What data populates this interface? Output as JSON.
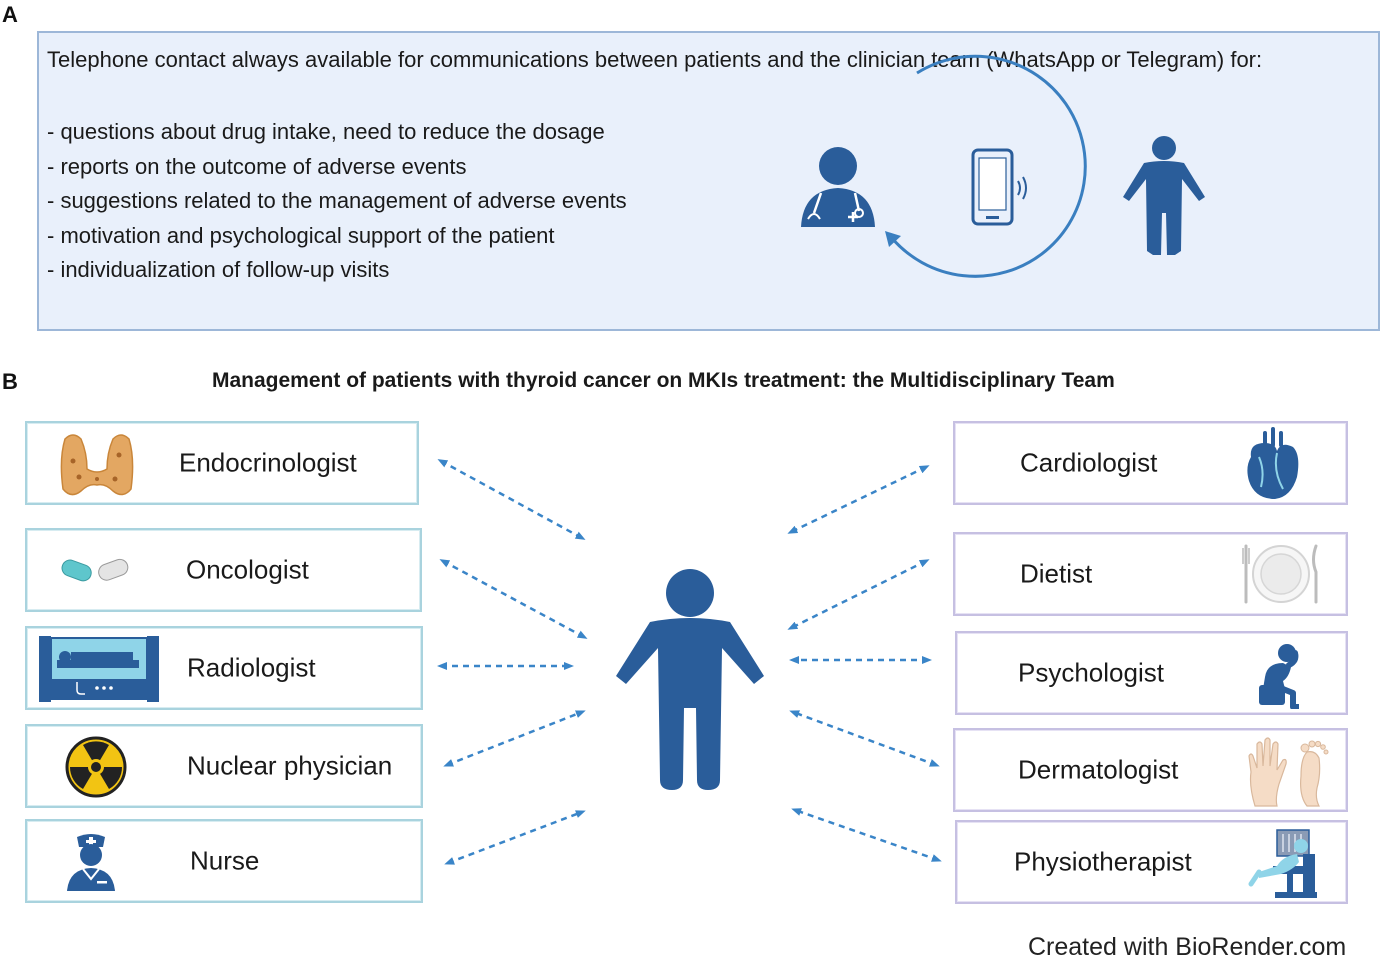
{
  "panel_a": {
    "label": "A",
    "intro": "Telephone contact always available for communications between patients and the clinician team (WhatsApp or Telegram) for:",
    "bullets": [
      "- questions about drug intake, need to reduce the dosage",
      "- reports on the outcome of  adverse events",
      "- suggestions related to the management of adverse events",
      "- motivation and psychological support of the patient",
      "- individualization of follow-up visits"
    ],
    "icons": [
      "doctor-icon",
      "smartphone-icon",
      "patient-icon"
    ]
  },
  "panel_b": {
    "label": "B",
    "title": "Management of patients with thyroid cancer on MKIs treatment:  the Multidisciplinary Team",
    "left_specialists": [
      {
        "label": "Endocrinologist",
        "icon": "thyroid-icon"
      },
      {
        "label": "Oncologist",
        "icon": "pills-icon"
      },
      {
        "label": "Radiologist",
        "icon": "scanner-icon"
      },
      {
        "label": "Nuclear physician",
        "icon": "radiation-icon"
      },
      {
        "label": "Nurse",
        "icon": "nurse-icon"
      }
    ],
    "right_specialists": [
      {
        "label": "Cardiologist",
        "icon": "heart-icon"
      },
      {
        "label": "Dietist",
        "icon": "plate-icon"
      },
      {
        "label": "Psychologist",
        "icon": "distressed-person-icon"
      },
      {
        "label": "Dermatologist",
        "icon": "hand-foot-icon"
      },
      {
        "label": "Physiotherapist",
        "icon": "rehab-chair-icon"
      }
    ],
    "center_icon": "patient-icon"
  },
  "footer": "Created with BioRender.com",
  "colors": {
    "primary_blue": "#2a5d9a",
    "arrow_blue": "#3a85c8",
    "panel_a_bg": "#e9f0fb",
    "left_card_border": "#a9d3de",
    "right_card_border": "#c6c0e2"
  }
}
